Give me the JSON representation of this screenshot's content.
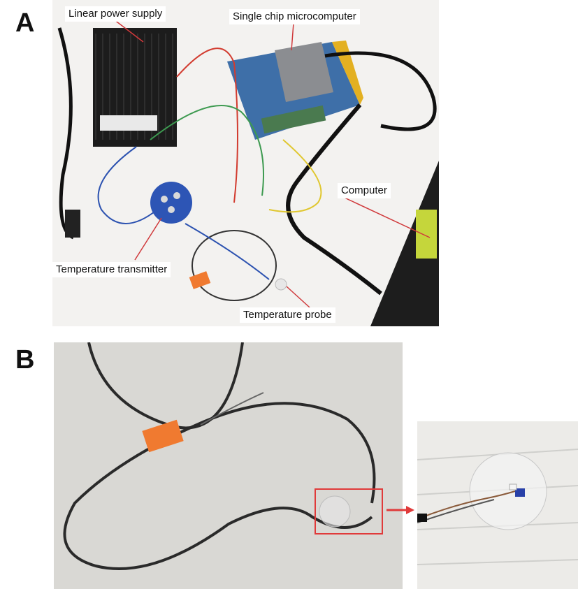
{
  "panels": {
    "a": {
      "letter": "A"
    },
    "b": {
      "letter": "B"
    }
  },
  "labels": {
    "power_supply": "Linear power supply",
    "mcu": "Single chip microcomputer",
    "computer": "Computer",
    "transmitter": "Temperature transmitter",
    "probe": "Temperature probe"
  },
  "colors": {
    "callout_line": "#d0393b",
    "zoom_box": "#e03a3a",
    "zoom_arrow": "#e03a3a",
    "probe_connector": "#f07a30"
  }
}
